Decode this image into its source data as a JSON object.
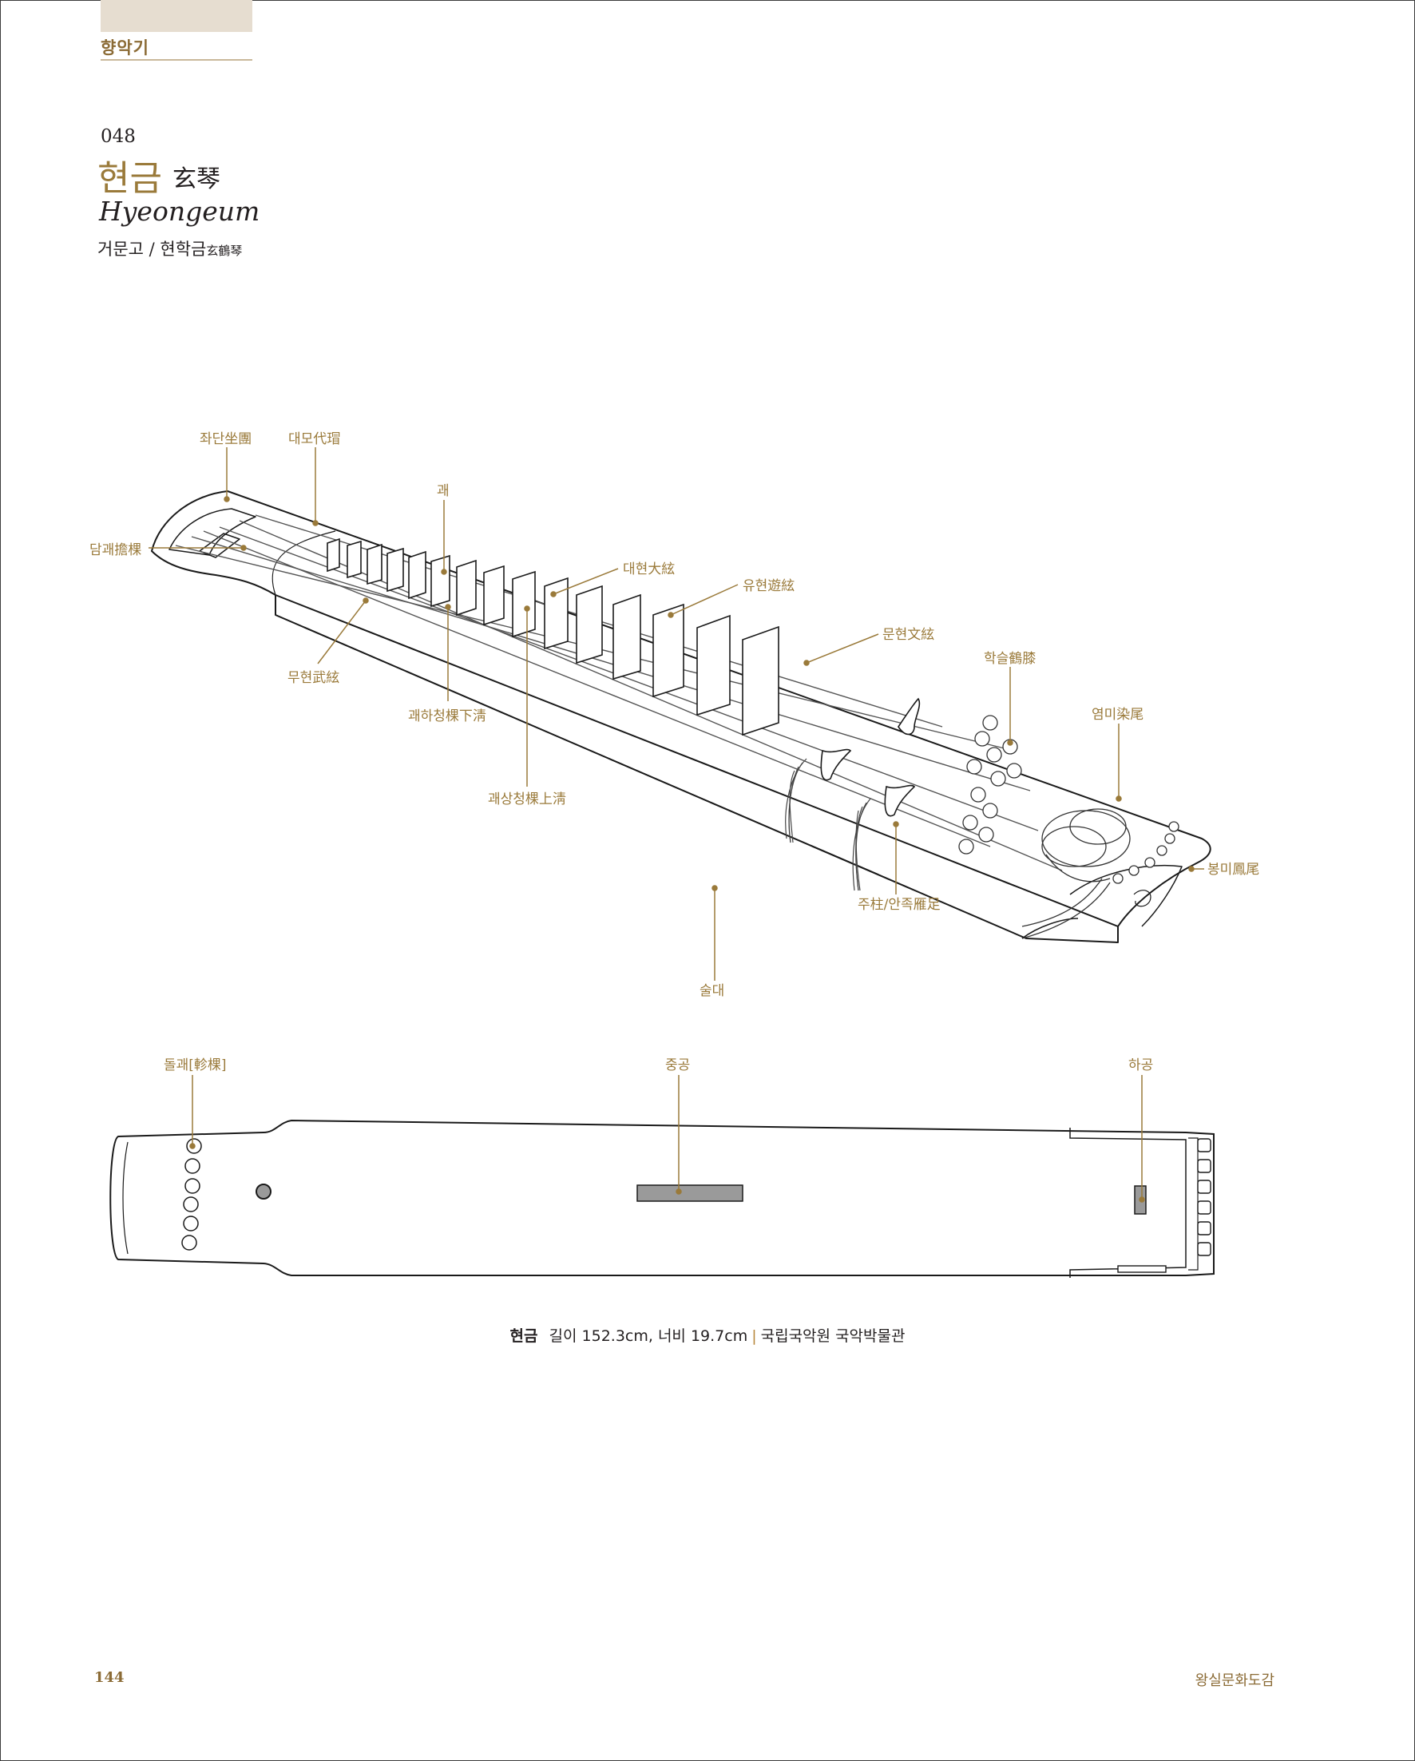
{
  "header": {
    "category": "향악기"
  },
  "entry": {
    "number": "048",
    "title_ko": "현금",
    "title_hanja": "玄琴",
    "title_en": "Hyeongeum",
    "alt_names": "거문고 / 현학금",
    "alt_names_hanja": "玄鶴琴"
  },
  "diagram_labels": {
    "jwadan": "좌단坐團",
    "daemo": "대모代瑁",
    "gwae": "괘",
    "damgwae": "담괘擔棵",
    "daehyeon": "대현大絃",
    "yuhyeon": "유현遊絃",
    "munhyeon": "문현文絃",
    "hakseul": "학슬鶴膝",
    "yeommi": "염미染尾",
    "muhyeon": "무현武絃",
    "gwaha": "괘하청棵下淸",
    "gwasang": "괘상청棵上淸",
    "bongmi": "봉미鳳尾",
    "juju": "주柱/안족雁足",
    "suldae": "술대",
    "dolgwae": "돌괘[軫棵]",
    "junggong": "중공",
    "hagong": "하공"
  },
  "caption": {
    "name": "현금",
    "spec": "길이 152.3cm, 너비 19.7cm",
    "separator": "|",
    "source": "국립국악원 국악박물관"
  },
  "footer": {
    "page_number": "144",
    "book_title": "왕실문화도감"
  },
  "colors": {
    "accent": "#9a7a3a",
    "tab_background": "#e6ddd0"
  }
}
